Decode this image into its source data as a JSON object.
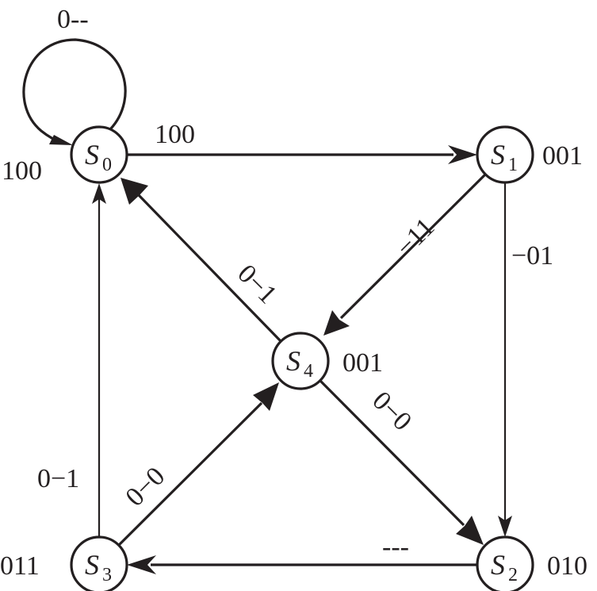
{
  "diagram": {
    "type": "state-machine",
    "states": [
      {
        "id": "S0",
        "letter": "S",
        "subscript": "0",
        "output": "100"
      },
      {
        "id": "S1",
        "letter": "S",
        "subscript": "1",
        "output": "001"
      },
      {
        "id": "S2",
        "letter": "S",
        "subscript": "2",
        "output": "010"
      },
      {
        "id": "S3",
        "letter": "S",
        "subscript": "3",
        "output": "011"
      },
      {
        "id": "S4",
        "letter": "S",
        "subscript": "4",
        "output": "001"
      }
    ],
    "transitions": [
      {
        "from": "S0",
        "to": "S0",
        "label": "0--"
      },
      {
        "from": "S0",
        "to": "S1",
        "label": "100"
      },
      {
        "from": "S1",
        "to": "S4",
        "label": "−11"
      },
      {
        "from": "S1",
        "to": "S2",
        "label": "−01"
      },
      {
        "from": "S4",
        "to": "S0",
        "label": "0−1"
      },
      {
        "from": "S4",
        "to": "S2",
        "label": "0−0"
      },
      {
        "from": "S3",
        "to": "S4",
        "label": "0−0"
      },
      {
        "from": "S3",
        "to": "S0",
        "label": "0−1"
      },
      {
        "from": "S2",
        "to": "S3",
        "label": "---"
      }
    ]
  }
}
